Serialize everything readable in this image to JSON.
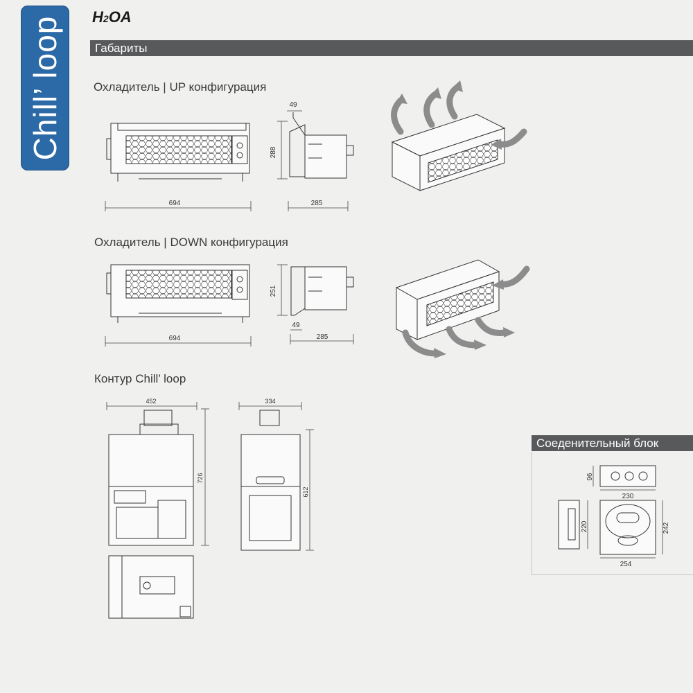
{
  "logo": {
    "text": "Chill’ loop",
    "color": "#2c6aa7"
  },
  "model": {
    "prefix": "H",
    "sub": "2",
    "suffix": "OA"
  },
  "section_bar": {
    "title": "Габариты"
  },
  "up": {
    "title": "Охладитель | UP конфигурация",
    "width_dim": "694",
    "height_dim": "288",
    "top_dim": "49",
    "depth_dim": "285"
  },
  "down": {
    "title": "Охладитель | DOWN конфигурация",
    "width_dim": "694",
    "height_dim": "251",
    "bottom_dim": "49",
    "depth_dim": "285"
  },
  "contour": {
    "title": "Контур Chill’ loop",
    "front_width": "452",
    "front_height": "726",
    "side_width": "334",
    "side_height": "612"
  },
  "connector": {
    "title": "Соеденительный блок",
    "h1": "96",
    "w1": "230",
    "h2": "220",
    "h3": "242",
    "w2": "254"
  },
  "colors": {
    "bar": "#58595b",
    "arrow": "#8c8c8c",
    "background": "#f0f0ef"
  }
}
